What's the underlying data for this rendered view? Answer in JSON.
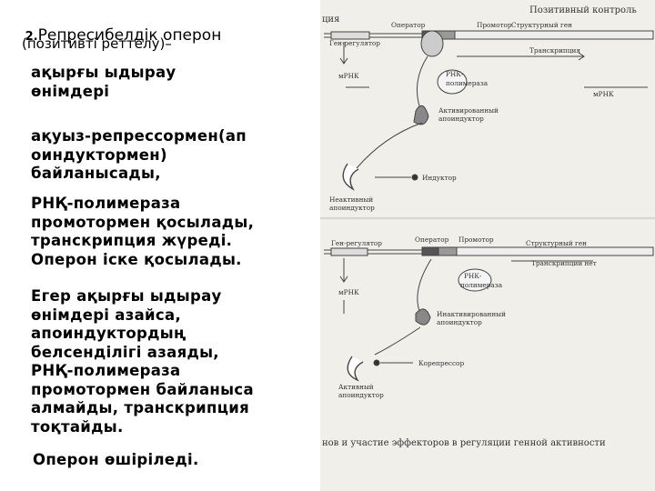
{
  "slide": {
    "heading_number": "2.",
    "heading": "Репресибелдік оперон",
    "subheading": "(позитивті реттелу)–",
    "paragraphs": [
      "ақырғы ыдырау\nөнімдері",
      "ақуыз-репрессормен(ап\nоиндуктормен)\nбайланысады,",
      "РНҚ-полимераза\nпромотормен қосылады,\nтранскрипция жүреді.\nОперон іске қосылады.",
      "Егер ақырғы ыдырау\nөнімдері азайса,\nапоиндуктордың\nбелсенділігі азаяды,\nРНҚ-полимераза\nпромотормен байланыса\nалмайды, транскрипция\nтоқтайды.",
      "Оперон өшіріледі."
    ]
  },
  "figure": {
    "title_fragment": "ция",
    "title": "Позитивный контроль",
    "top_panel": {
      "gene_regulator": "Ген-регулятор",
      "operator": "Оператор",
      "promoter": "Промотор",
      "structural_gene": "Структурный ген",
      "transcription": "Транскрипция",
      "mrna_left": "мРНК",
      "mrna_right": "мРНК",
      "rna_polymerase": "РНК-\nполимераза",
      "activated_apoinductor": "Активированный\nапоиндуктор",
      "inductor": "Индуктор",
      "inactive_apoinductor": "Неактивный\nапоиндуктор"
    },
    "bottom_panel": {
      "gene_regulator": "Ген-регулятор",
      "operator": "Оператор",
      "promoter": "Промотор",
      "structural_gene": "Структурный ген",
      "no_transcription": "Транскрипции нет",
      "mrna": "мРНК",
      "rna_polymerase": "РНК-\nполимераза",
      "inactivated_apoinductor": "Инактивированный\nапоиндуктор",
      "corepressor": "Корепрессор",
      "active_apoinductor": "Активный\nапоиндуктор"
    },
    "caption": "нов и участие эффекторов в регуляции генной активности"
  }
}
